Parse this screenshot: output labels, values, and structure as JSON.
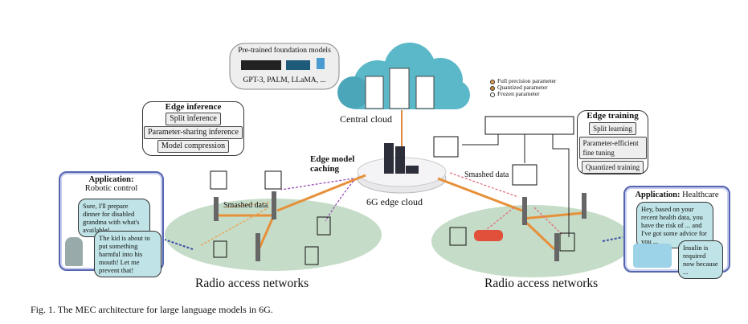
{
  "pretrained": {
    "title": "Pre-trained foundation models",
    "models": "GPT-3,  PALM, LLaMA, ..."
  },
  "central_cloud": {
    "label": "Central cloud",
    "color": "#5bb8c8"
  },
  "legend": {
    "items": [
      {
        "label": "Full precision parameter",
        "color": "#e8a050"
      },
      {
        "label": "Quantized parameter",
        "color": "#c98a3a"
      },
      {
        "label": "Frozen parameter",
        "color": "#ffffff"
      }
    ]
  },
  "edge_inference": {
    "title": "Edge inference",
    "items": [
      "Split inference",
      "Parameter-sharing inference",
      "Model compression"
    ]
  },
  "edge_caching": {
    "label": "Edge model caching"
  },
  "edge_cloud": {
    "label": "6G edge cloud"
  },
  "edge_training": {
    "title": "Edge training",
    "items": [
      "Split learning",
      "Parameter-efficient fine tuning",
      "Quantized training"
    ]
  },
  "smashed_left": "Smashed data",
  "smashed_right": "Smashed data",
  "app_left": {
    "title": "Application:",
    "subtitle": "Robotic control",
    "msg1": "Sure, I'll prepare dinner for disabled grandma with what's available!",
    "msg2": "The kid is about to put something harmful into his mouth! Let me prevent that!"
  },
  "app_right": {
    "title": "Application:",
    "subtitle": "Healthcare",
    "msg1": "Hey, based on your recent health data, you have the risk of ... and I've got some advice for you ...",
    "msg2": "Insulin is required now because ..."
  },
  "ran_left": "Radio access networks",
  "ran_right": "Radio access networks",
  "caption": "Fig. 1.  The MEC architecture for large language models in 6G."
}
